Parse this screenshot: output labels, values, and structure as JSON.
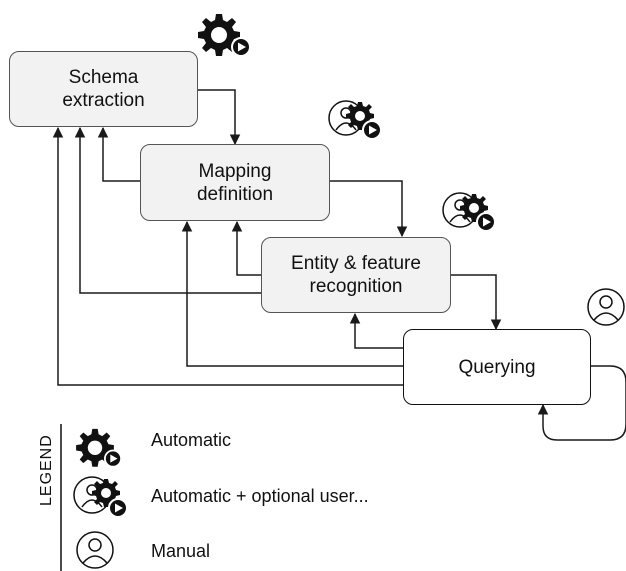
{
  "nodes": {
    "schema": {
      "line1": "Schema",
      "line2": "extraction",
      "mode": "automatic"
    },
    "mapping": {
      "line1": "Mapping",
      "line2": "definition",
      "mode": "automatic_optional_user"
    },
    "entity": {
      "line1": "Entity & feature",
      "line2": "recognition",
      "mode": "automatic_optional_user"
    },
    "querying": {
      "label": "Querying",
      "mode": "manual"
    }
  },
  "legend": {
    "title": "LEGEND",
    "items": [
      {
        "icon": "gear-play-icon",
        "label": "Automatic"
      },
      {
        "icon": "user-gear-play-icon",
        "label": "Automatic + optional user..."
      },
      {
        "icon": "user-icon",
        "label": "Manual"
      }
    ]
  },
  "colors": {
    "box_fill": "#f2f2f2",
    "line": "#1a1a1a"
  }
}
